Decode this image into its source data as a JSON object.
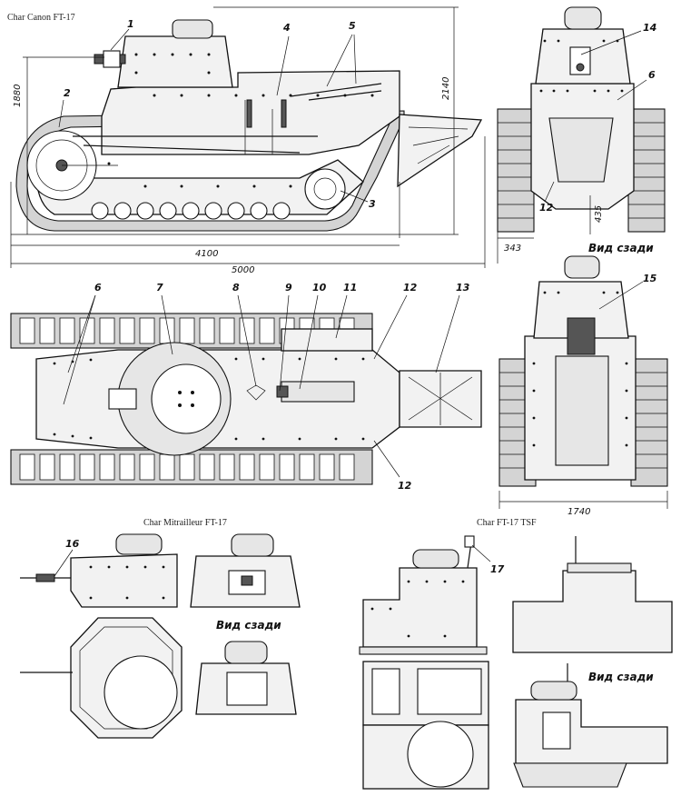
{
  "captions": {
    "cannon": "Char Canon FT-17",
    "machine_gun": "Char Mitrailleur FT-17",
    "tsf": "Char FT-17 TSF"
  },
  "view_labels": {
    "rear_cannon": "Вид сзади",
    "rear_mg": "Вид сзади",
    "rear_tsf": "Вид сзади"
  },
  "dimensions": {
    "height_1880": "1880",
    "height_2140": "2140",
    "hull_4100": "4100",
    "overall_5000": "5000",
    "clearance_435": "435",
    "track_343": "343",
    "width_1740": "1740"
  },
  "callouts": [
    "1",
    "2",
    "3",
    "4",
    "5",
    "6",
    "7",
    "8",
    "9",
    "10",
    "11",
    "12",
    "13",
    "14",
    "15",
    "16",
    "17"
  ]
}
